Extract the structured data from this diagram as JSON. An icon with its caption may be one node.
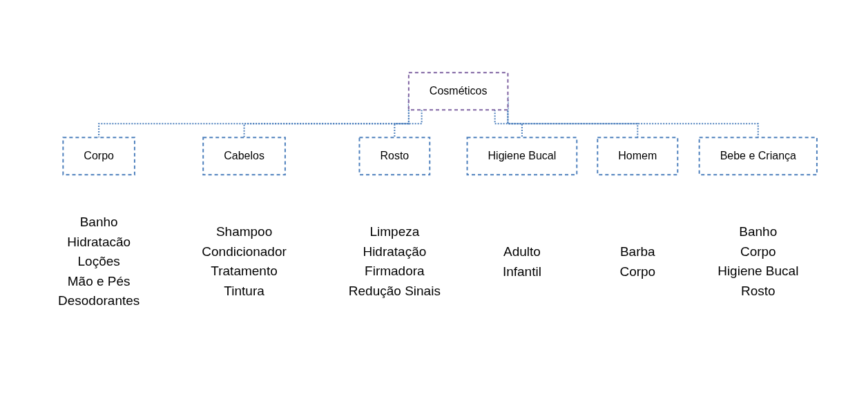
{
  "diagram": {
    "nodes": [
      {
        "text": [
          "Cosméticos"
        ]
      },
      {
        "text": [
          "Corpo"
        ],
        "beside": [
          "Banho",
          "Hidratacão",
          "Loções",
          "Mão e Pés",
          "Desodorantes"
        ]
      },
      {
        "text": [
          "Cabelos"
        ],
        "beside": [
          "Shampoo",
          "Condicionador",
          "Tratamento",
          "Tintura"
        ]
      },
      {
        "text": [
          "Rosto"
        ],
        "beside": [
          "Limpeza",
          "Hidratação",
          "Firmadora",
          "Redução Sinais"
        ]
      },
      {
        "text": [
          "Higiene Bucal"
        ],
        "beside": [
          "Adulto",
          "Infantil"
        ]
      },
      {
        "text": [
          "Homem"
        ],
        "beside": [
          "Barba",
          "Corpo"
        ]
      },
      {
        "text": [
          "Bebe e Criança"
        ],
        "beside": [
          "Banho",
          "Corpo",
          "Higiene Bucal",
          "Rosto"
        ]
      }
    ],
    "edges": [
      {
        "from": 0,
        "to": 1,
        "arrow": "none",
        "style": "dashed"
      },
      {
        "from": 0,
        "to": 2,
        "arrow": "none",
        "style": "dashed"
      },
      {
        "from": 0,
        "to": 3,
        "arrow": "none",
        "style": "dashed"
      },
      {
        "from": 0,
        "to": 4,
        "arrow": "none",
        "style": "dashed"
      },
      {
        "from": 0,
        "to": 5,
        "arrow": "none",
        "style": "dashed"
      },
      {
        "from": 0,
        "to": 6,
        "arrow": "none",
        "style": "dashed"
      }
    ]
  }
}
